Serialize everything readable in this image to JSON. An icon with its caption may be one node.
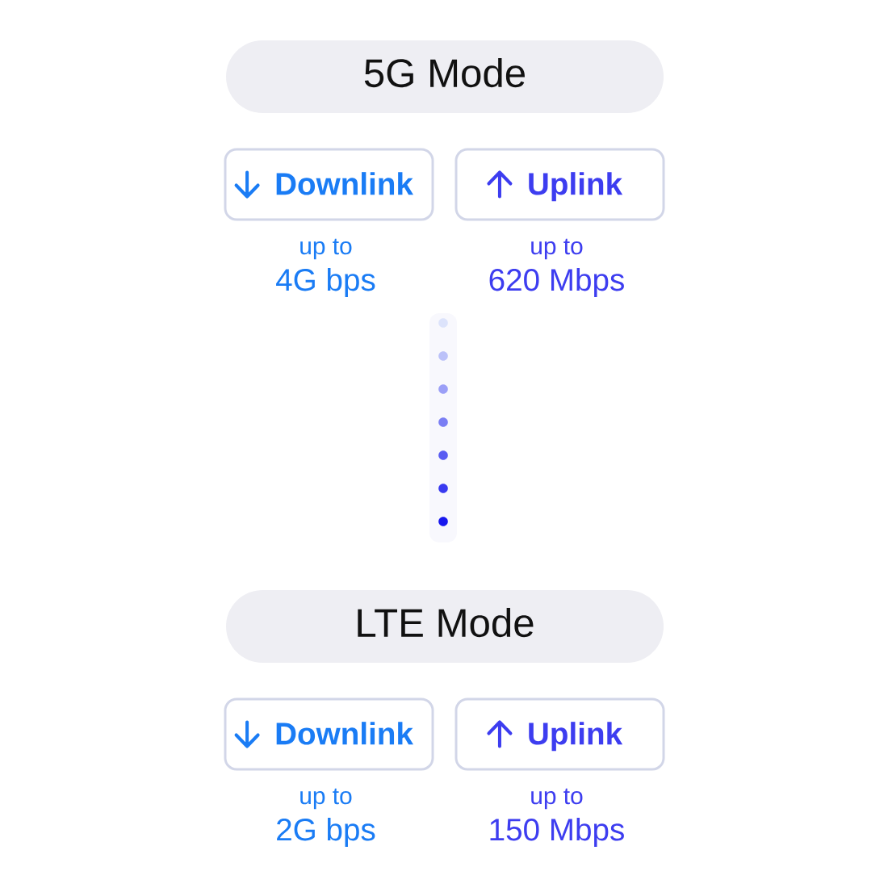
{
  "diagram": {
    "nodes": [
      {
        "text": [
          "5G Mode"
        ]
      },
      {
        "text": [
          "Downlink"
        ],
        "beside": [
          "up to",
          "4G bps"
        ]
      },
      {
        "text": [
          "Uplink"
        ],
        "beside": [
          "up to",
          "620 Mbps"
        ]
      },
      {
        "text": [
          "LTE Mode"
        ]
      },
      {
        "text": [
          "Downlink"
        ],
        "beside": [
          "up to",
          "2G bps"
        ]
      },
      {
        "text": [
          "Uplink"
        ],
        "beside": [
          "up to",
          "150 Mbps"
        ]
      }
    ]
  }
}
